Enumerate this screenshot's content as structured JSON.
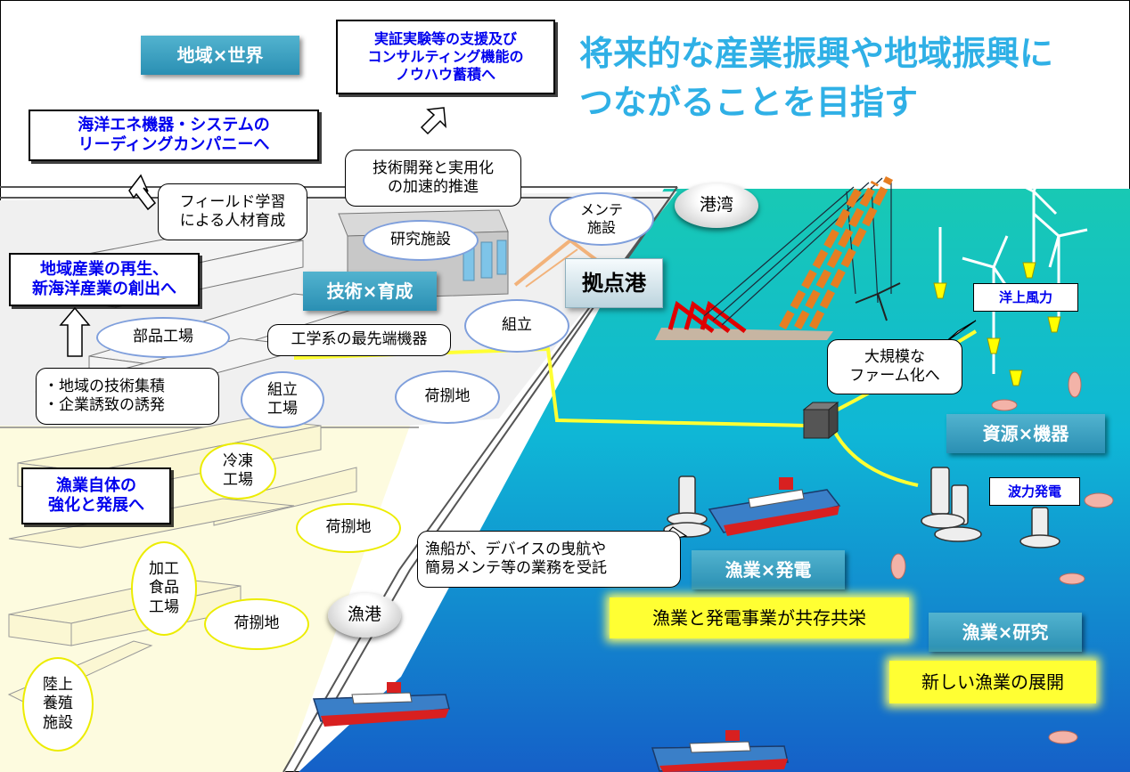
{
  "headline": "将来的な産業振興や地域振興に\nつながることを目指す",
  "labels": {
    "chiiki_sekai": "地域×世界",
    "jissho": "実証実験等の支援及び\nコンサルティング機能の\nノウハウ蓄積へ",
    "kaiyo_leading": "海洋エネ機器・システムの\nリーディングカンパニーへ",
    "gijutsu_kaihatsu": "技術開発と実用化\nの加速的推進",
    "field": "フィールド学習\nによる人材育成",
    "mente": "メンテ\n施設",
    "kenkyu": "研究施設",
    "kowan": "港湾",
    "kyoten": "拠点港",
    "saisei": "地域産業の再生、\n新海洋産業の創出へ",
    "gijutsu_ikusei": "技術×育成",
    "kumitate": "組立",
    "buhin": "部品工場",
    "kogaku": "工学系の最先端機器",
    "chiiki_gijutsu": "・地域の技術集積\n・企業誘致の誘発",
    "kumitate_kojo": "組立\n工場",
    "nisabaki1": "荷捌地",
    "daikibo": "大規模な\nファーム化へ",
    "yojo": "洋上風力",
    "shigen": "資源×機器",
    "reito": "冷凍\n工場",
    "gyogyo_jitai": "漁業自体の\n強化と発展へ",
    "nisabaki2": "荷捌地",
    "haryoku": "波力発電",
    "gyosen": "漁船が、デバイスの曳航や\n簡易メンテ等の業務を受託",
    "kako": "加工\n食品\n工場",
    "gyogyo_hatsuden": "漁業×発電",
    "nisabaki3": "荷捌地",
    "gyoko": "漁港",
    "kyozon": "漁業と発電事業が共存共栄",
    "gyogyo_kenkyu": "漁業×研究",
    "rikujo": "陸上\n養殖\n施設",
    "atarashii": "新しい漁業の展開"
  },
  "colors": {
    "teal": "#3ba3c5",
    "headline": "#2fb0e6",
    "blue_text": "#0000ee",
    "sea_teal": "#18c9b4",
    "sea_blue": "#1560c8",
    "cable": "#ffff33"
  },
  "icons": [
    "arrow-up-icon",
    "arrow-up-left-icon",
    "arrow-up-right-icon",
    "wind-turbine-icon",
    "wave-power-device-icon",
    "fishing-boat-icon",
    "fish-icon",
    "crane-icon",
    "junction-box-icon"
  ]
}
